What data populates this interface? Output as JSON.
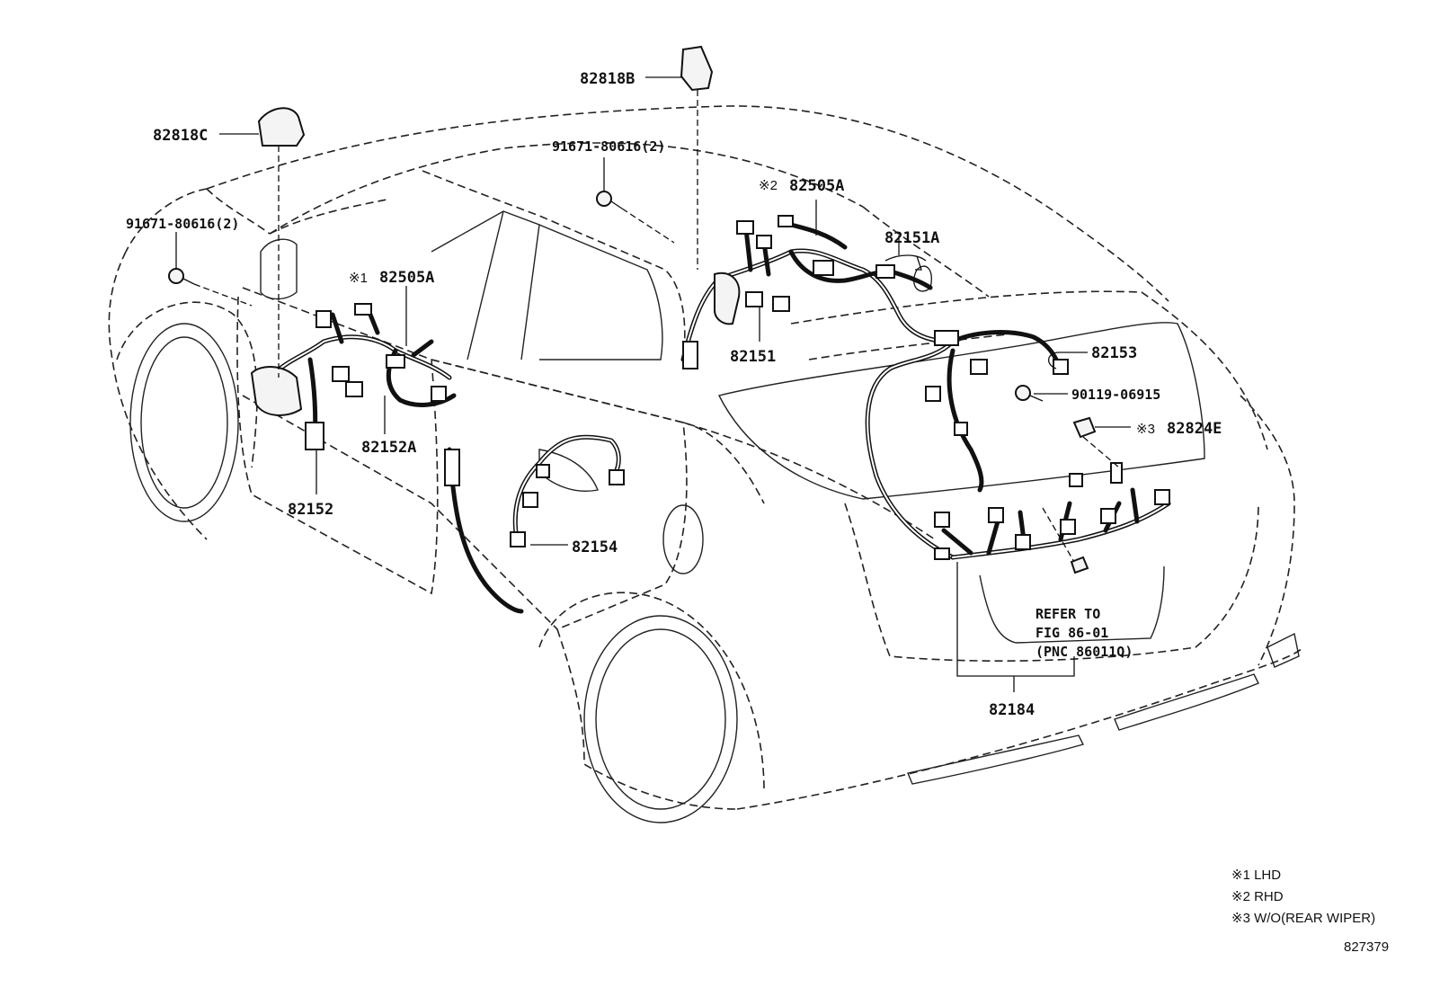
{
  "labels": {
    "p82818B": "82818B",
    "p82818C": "82818C",
    "bolt_left": "91671-80616(2)",
    "bolt_mid": "91671-80616(2)",
    "p82505A_rhd_mark": "※2",
    "p82505A_rhd": "82505A",
    "p82505A_lhd_mark": "※1",
    "p82505A_lhd": "82505A",
    "p82151A": "82151A",
    "p82151": "82151",
    "p82153": "82153",
    "screw": "90119-06915",
    "p82824E_mark": "※3",
    "p82824E": "82824E",
    "p82152A": "82152A",
    "p82152": "82152",
    "p82154": "82154",
    "refer_line1": "REFER TO",
    "refer_line2": "FIG 86-01",
    "refer_line3": "(PNC 86011Q)",
    "p82184": "82184"
  },
  "legend": [
    "※1 LHD",
    "※2 RHD",
    "※3 W/O(REAR WIPER)"
  ],
  "figure_number": "827379"
}
